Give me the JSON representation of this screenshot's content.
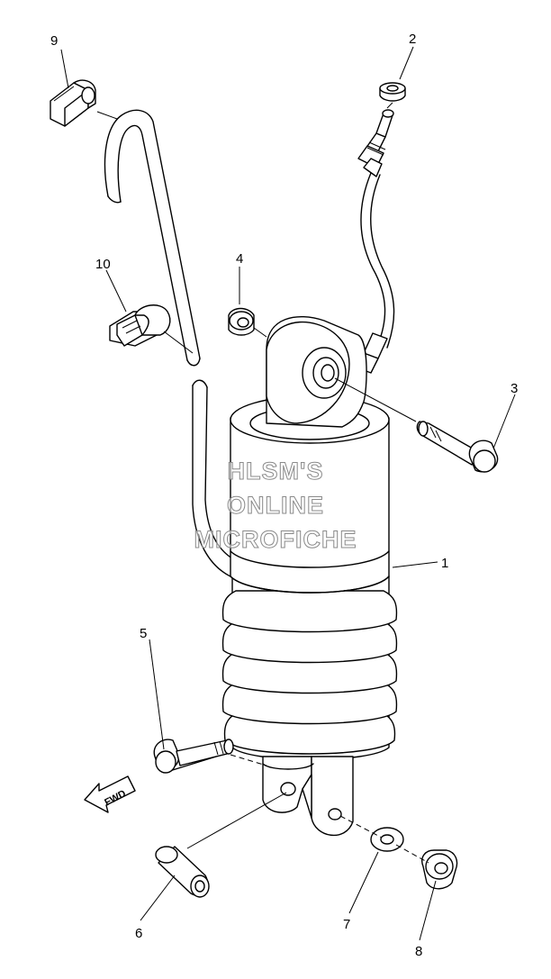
{
  "watermark": {
    "line1": "HLSM'S",
    "line2": "ONLINE",
    "line3": "MICROFICHE"
  },
  "direction_arrow": {
    "label": "FWD"
  },
  "callouts": {
    "c1": "1",
    "c2": "2",
    "c3": "3",
    "c4": "4",
    "c5": "5",
    "c6": "6",
    "c7": "7",
    "c8": "8",
    "c9": "9",
    "c10": "10"
  }
}
